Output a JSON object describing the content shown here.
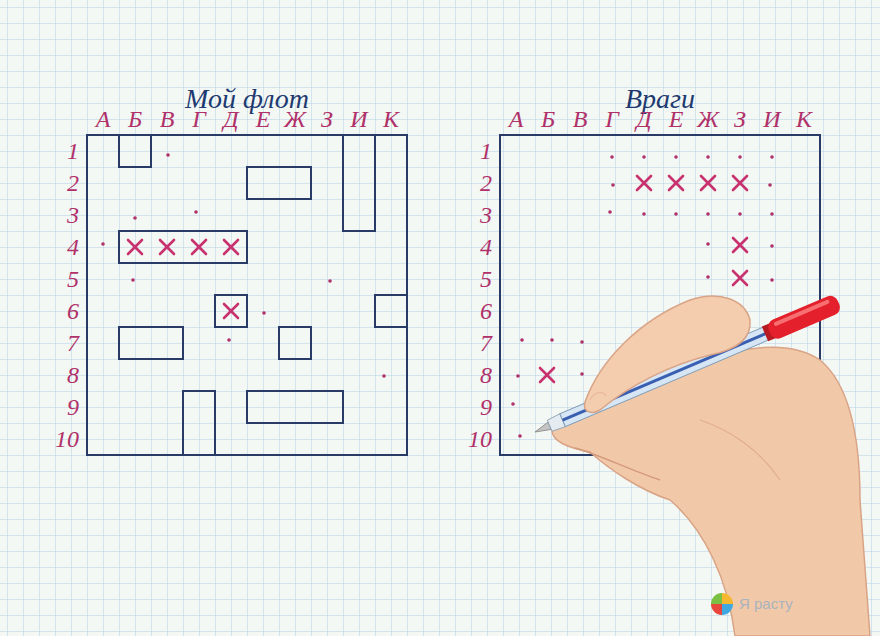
{
  "diagram": {
    "nodes": [
      {
        "text": [
          "Мой флот"
        ]
      },
      {
        "text": [
          "Враги"
        ]
      }
    ],
    "labels": [
      "А",
      "Б",
      "В",
      "Г",
      "Д",
      "Е",
      "Ж",
      "З",
      "И",
      "К",
      "А",
      "Б",
      "В",
      "Г",
      "Д",
      "Е",
      "Ж",
      "З",
      "И",
      "К",
      "1",
      "2",
      "3",
      "4",
      "5",
      "6",
      "7",
      "8",
      "9",
      "10",
      "1",
      "2",
      "3",
      "4",
      "5",
      "6",
      "7",
      "8",
      "9",
      "10",
      "Я расту"
    ]
  }
}
